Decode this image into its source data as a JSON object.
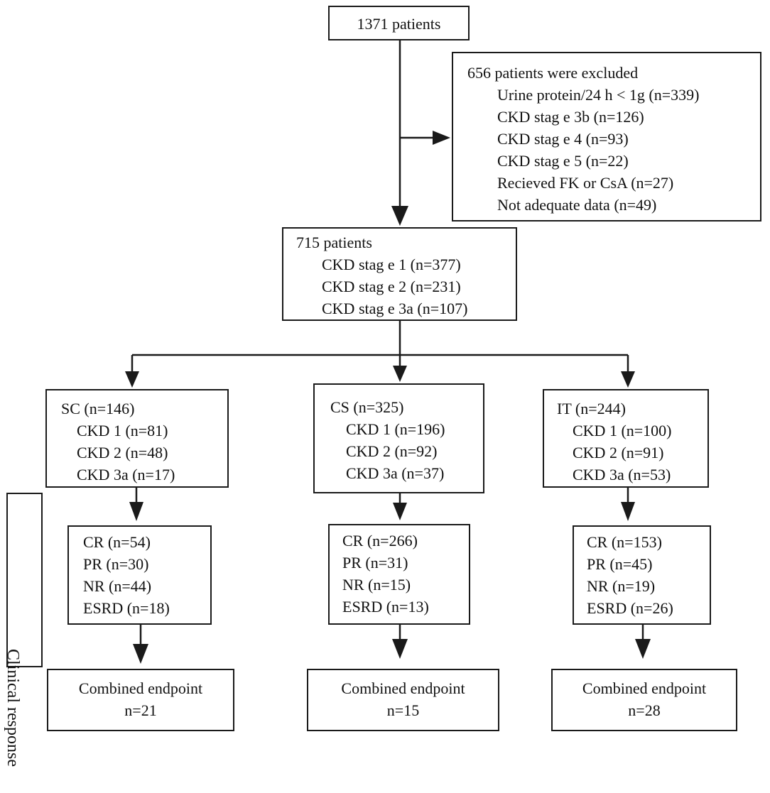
{
  "total": {
    "label": "1371 patients"
  },
  "excluded": {
    "title": "656 patients were excluded",
    "items": [
      "Urine protein/24 h < 1g (n=339)",
      "CKD stag e 3b (n=126)",
      "CKD stag e 4 (n=93)",
      "CKD stag e 5 (n=22)",
      "Recieved FK or CsA (n=27)",
      "Not adequate data (n=49)"
    ]
  },
  "included": {
    "title": "715 patients",
    "items": [
      "CKD stag e 1 (n=377)",
      "CKD stag e 2 (n=231)",
      "CKD stag e 3a (n=107)"
    ]
  },
  "groups": [
    {
      "title": "SC (n=146)",
      "items": [
        "CKD 1 (n=81)",
        "CKD 2 (n=48)",
        "CKD 3a (n=17)"
      ],
      "response": [
        "CR (n=54)",
        "PR (n=30)",
        "NR (n=44)",
        "ESRD (n=18)"
      ],
      "endpoint": {
        "label": "Combined endpoint",
        "n": "n=21"
      }
    },
    {
      "title": "CS (n=325)",
      "items": [
        "CKD 1 (n=196)",
        "CKD 2 (n=92)",
        "CKD 3a (n=37)"
      ],
      "response": [
        "CR (n=266)",
        "PR (n=31)",
        "NR (n=15)",
        "ESRD (n=13)"
      ],
      "endpoint": {
        "label": "Combined endpoint",
        "n": "n=15"
      }
    },
    {
      "title": "IT (n=244)",
      "items": [
        "CKD 1 (n=100)",
        "CKD 2 (n=91)",
        "CKD 3a (n=53)"
      ],
      "response": [
        "CR (n=153)",
        "PR (n=45)",
        "NR (n=19)",
        "ESRD (n=26)"
      ],
      "endpoint": {
        "label": "Combined endpoint",
        "n": "n=28"
      }
    }
  ],
  "side_label": "Clinical response"
}
